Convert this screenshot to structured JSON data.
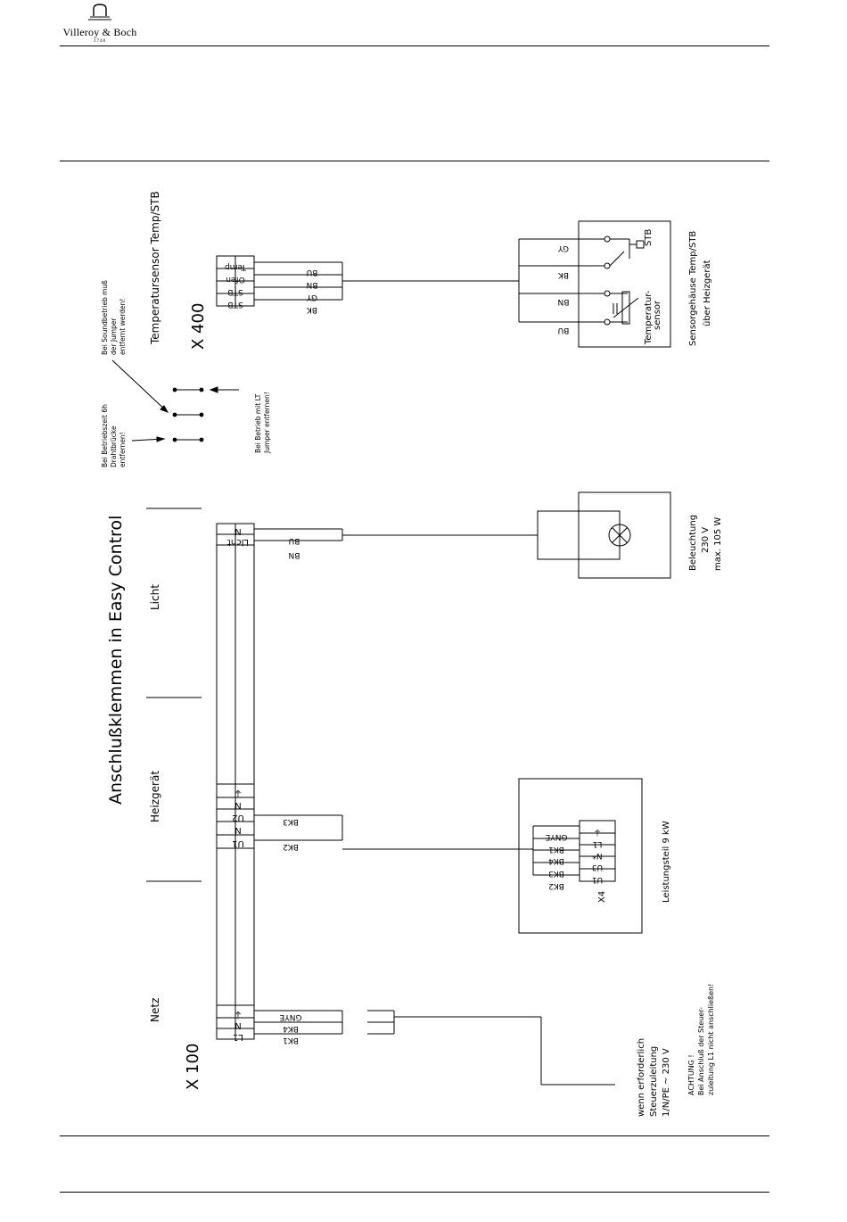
{
  "logo": {
    "brand": "Villeroy & Boch",
    "year": "1748"
  },
  "diagram": {
    "title": "Anschlußklemmen in Easy Control",
    "x100_label": "X 100",
    "x400_label": "X 400",
    "section_netz": "Netz",
    "section_heizgeraet": "Heizgerät",
    "section_licht": "Licht",
    "temp_stb_label": "Temperatursensor Temp/STB",
    "note_soundbetrieb": [
      "Bei Soundbetrieb muß",
      "der Jumper",
      "entfernt werden!"
    ],
    "note_betriebszeit": [
      "Bei Betriebszeit 6h",
      "Drahtbrücke",
      "entfernen!"
    ],
    "note_lt": [
      "Bei Betrieb mit LT",
      "Jumper entfernen!"
    ],
    "x100_terminals": [
      "L1",
      "N",
      "⏚",
      "U1",
      "N",
      "U2",
      "N",
      "⏚",
      "Licht",
      "N"
    ],
    "netz_wires": [
      "BK1",
      "BK4",
      "GNYE"
    ],
    "heiz_wires": [
      "BK2",
      "BK3"
    ],
    "licht_wires": [
      "BN",
      "BU"
    ],
    "x400_terminals": [
      "STB",
      "STB",
      "Ofen",
      "Temp"
    ],
    "sensor_wires": [
      "BK",
      "GY",
      "BN",
      "BU"
    ],
    "sensor_box_wires": [
      "BU",
      "BN",
      "BK",
      "GY"
    ],
    "sensor_box_stb": "STB",
    "sensor_box_temp": [
      "Temperatur-",
      "sensor"
    ],
    "sensor_caption": [
      "Sensorgehäuse Temp/STB",
      "über Heizgerät"
    ],
    "lamp_caption": [
      "Beleuchtung",
      "230 V",
      "max. 105 W"
    ],
    "x4_label": "X4",
    "x4_wires": [
      "BK2",
      "BK3",
      "BK4",
      "BK1",
      "GNYE"
    ],
    "x4_terminals": [
      "U1",
      "U3",
      "N*",
      "L1",
      "⏚"
    ],
    "x4_caption": "Leistungsteil 9 kW",
    "steuer_caption": [
      "wenn erforderlich",
      "Steuerzuleitung",
      "1/N/PE ~ 230 V"
    ],
    "achtung_caption": [
      "ACHTUNG !",
      "Bei Anschluß der Steuer-",
      "zuleitung L1 nicht anschließen!"
    ]
  }
}
